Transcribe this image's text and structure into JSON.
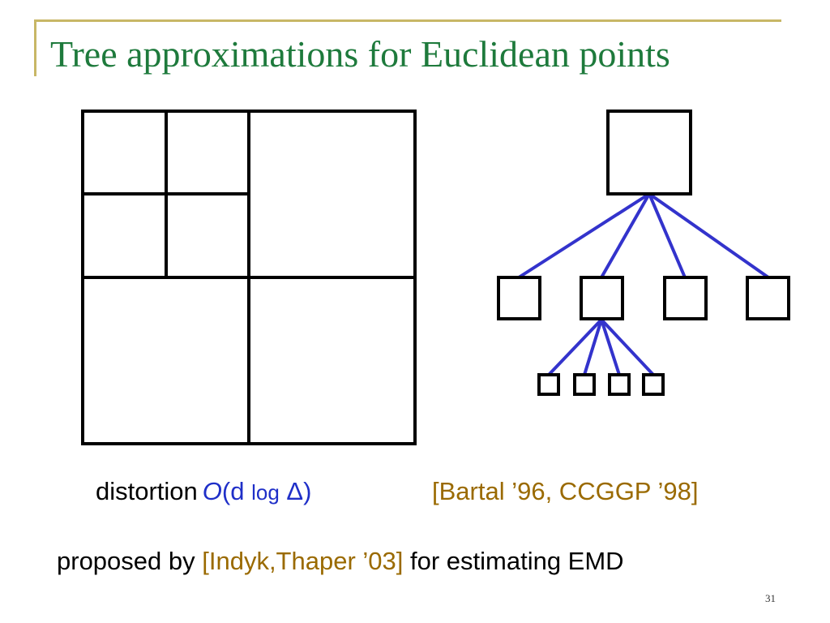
{
  "slide": {
    "title": "Tree approximations for Euclidean points",
    "distortion_label": "distortion",
    "formula": {
      "big_o": "O",
      "open_paren": "(",
      "d": "d ",
      "log": "log",
      "delta": " Δ",
      "close_paren": ")"
    },
    "citation_1": "[Bartal ’96, CCGGP ’98]",
    "proposed_prefix": "proposed by ",
    "citation_2": "[Indyk,Thaper ’03]",
    "proposed_suffix": " for estimating EMD",
    "page_number": "31"
  },
  "colors": {
    "title": "#1e7a3c",
    "frame": "#c8b766",
    "formula": "#1f2fc8",
    "citation": "#9a6a00",
    "tree_edges": "#3333cc"
  }
}
